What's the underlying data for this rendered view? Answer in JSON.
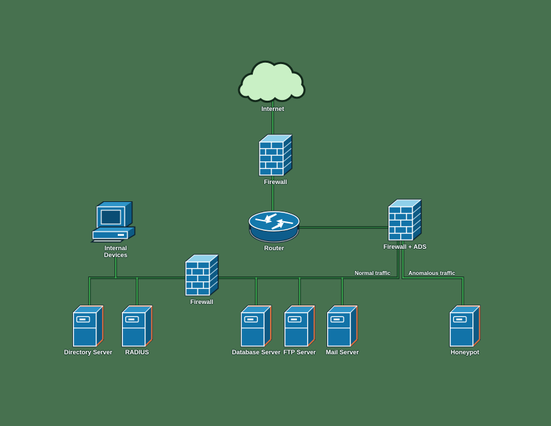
{
  "diagram": {
    "background_color": "#47714f",
    "node_color": "#1273a8",
    "line_color": "#3fb254",
    "cloud_color": "#c9f0c5",
    "nodes": {
      "internet": {
        "label": "Internet",
        "icon": "cloud-icon"
      },
      "firewall_edge": {
        "label": "Firewall",
        "icon": "firewall-icon"
      },
      "router": {
        "label": "Router",
        "icon": "router-icon"
      },
      "firewall_ads": {
        "label": "Firewall + ADS",
        "icon": "firewall-icon"
      },
      "internal_devices": {
        "label": "Internal Devices",
        "icon": "computer-icon"
      },
      "firewall_lan": {
        "label": "Firewall",
        "icon": "firewall-icon"
      },
      "directory_server": {
        "label": "Directory Server",
        "icon": "server-icon"
      },
      "radius_server": {
        "label": "RADIUS",
        "icon": "server-icon"
      },
      "database_server": {
        "label": "Database Server",
        "icon": "server-icon"
      },
      "ftp_server": {
        "label": "FTP Server",
        "icon": "server-icon"
      },
      "mail_server": {
        "label": "Mail Server",
        "icon": "server-icon"
      },
      "honeypot": {
        "label": "Honeypot",
        "icon": "server-icon"
      }
    },
    "edge_labels": {
      "normal_traffic": "Normal traffic",
      "anomalous_traffic": "Anomalous traffic"
    }
  }
}
